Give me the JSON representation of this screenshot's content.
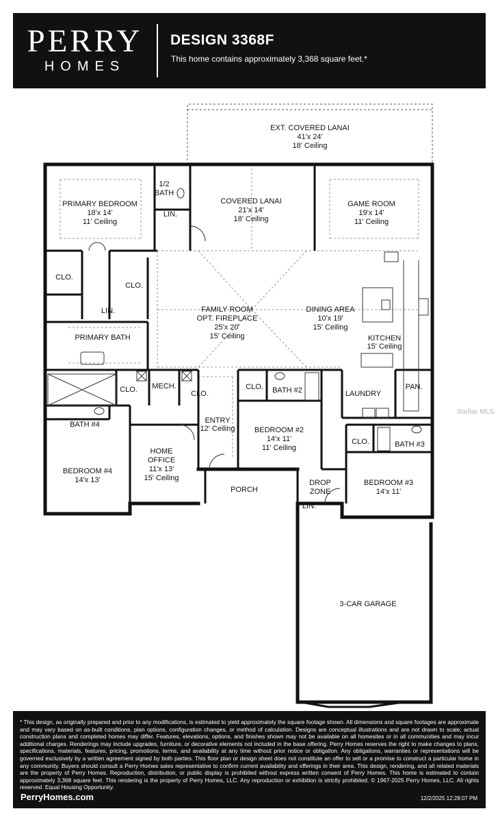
{
  "header": {
    "logo_top": "PERRY",
    "logo_bottom": "HOMES",
    "design_title": "DESIGN 3368F",
    "design_subtitle": "This home contains approximately 3,368 square feet.*"
  },
  "rooms": {
    "ext_lanai": {
      "name": "EXT. COVERED LANAI",
      "size": "41'x 24'",
      "ceiling": "18' Ceiling"
    },
    "primary_bedroom": {
      "name": "PRIMARY BEDROOM",
      "size": "18'x 14'",
      "ceiling": "11' Ceiling"
    },
    "half_bath": {
      "line1": "1/2",
      "line2": "BATH"
    },
    "lin_1": "LIN.",
    "covered_lanai": {
      "name": "COVERED LANAI",
      "size": "21'x 14'",
      "ceiling": "18' Ceiling"
    },
    "game_room": {
      "name": "GAME ROOM",
      "size": "19'x 14'",
      "ceiling": "11' Ceiling"
    },
    "clo_1": "CLO.",
    "clo_2": "CLO.",
    "lin_2": "LIN.",
    "family_room": {
      "name": "FAMILY ROOM",
      "option": "OPT. FIREPLACE",
      "size": "25'x 20'",
      "ceiling": "15' Ceiling"
    },
    "dining_area": {
      "name": "DINING AREA",
      "size": "10'x 19'",
      "ceiling": "15' Ceiling"
    },
    "kitchen": {
      "name": "KITCHEN",
      "ceiling": "15' Ceiling"
    },
    "primary_bath": "PRIMARY BATH",
    "clo_3": "CLO.",
    "mech": "MECH.",
    "clo_4": "CLO.",
    "clo_5": "CLO.",
    "bath_2": "BATH #2",
    "laundry": "LAUNDRY",
    "pan": "PAN.",
    "bath_4": "BATH #4",
    "entry": {
      "name": "ENTRY",
      "ceiling": "12' Ceiling"
    },
    "bedroom_2": {
      "name": "BEDROOM #2",
      "size": "14'x 11'",
      "ceiling": "11' Ceiling"
    },
    "clo_6": "CLO.",
    "bath_3": "BATH #3",
    "home_office": {
      "line1": "HOME",
      "line2": "OFFICE",
      "size": "11'x 13'",
      "ceiling": "15' Ceiling"
    },
    "bedroom_4": {
      "name": "BEDROOM #4",
      "size": "14'x 13'"
    },
    "drop_zone": {
      "line1": "DROP",
      "line2": "ZONE"
    },
    "bedroom_3": {
      "name": "BEDROOM #3",
      "size": "14'x 11'"
    },
    "porch": "PORCH",
    "lin_3": "LIN.",
    "garage": "3-CAR GARAGE"
  },
  "watermark": "Stellar MLS",
  "footer": {
    "disclaimer": "* This design, as originally prepared and prior to any modifications, is estimated to yield approximately the square footage shown. All dimensions and square footages are approximate and may vary based on as-built conditions, plan options, configuration changes, or method of calculation. Designs are conceptual illustrations and are not drawn to scale; actual construction plans and completed homes may differ. Features, elevations, options, and finishes shown may not be available on all homesites or in all communities and may incur additional charges. Renderings may include upgrades, furniture, or decorative elements not included in the base offering. Perry Homes reserves the right to make changes to plans, specifications, materials, features, pricing, promotions, terms, and availability at any time without prior notice or obligation. Any obligations, warranties or representations will be governed exclusively by a written agreement signed by both parties. This floor plan or design sheet does not constitute an offer to sell or a promise to construct a particular home in any community. Buyers should consult a Perry Homes sales representative to confirm current availability and offerings in their area. This design, rendering, and all related materials are the property of Perry Homes. Reproduction, distribution, or public display is prohibited without express written consent of Perry Homes. This home is estimated to contain approximately 3,368 square feet. This rendering is the property of Perry Homes, LLC. Any reproduction or exhibition is strictly prohibited. © 1967-2025 Perry Homes, LLC. All rights reserved. Equal Housing Opportunity.",
    "website": "PerryHomes.com",
    "timestamp": "12/2/2025 12:28:07 PM"
  }
}
